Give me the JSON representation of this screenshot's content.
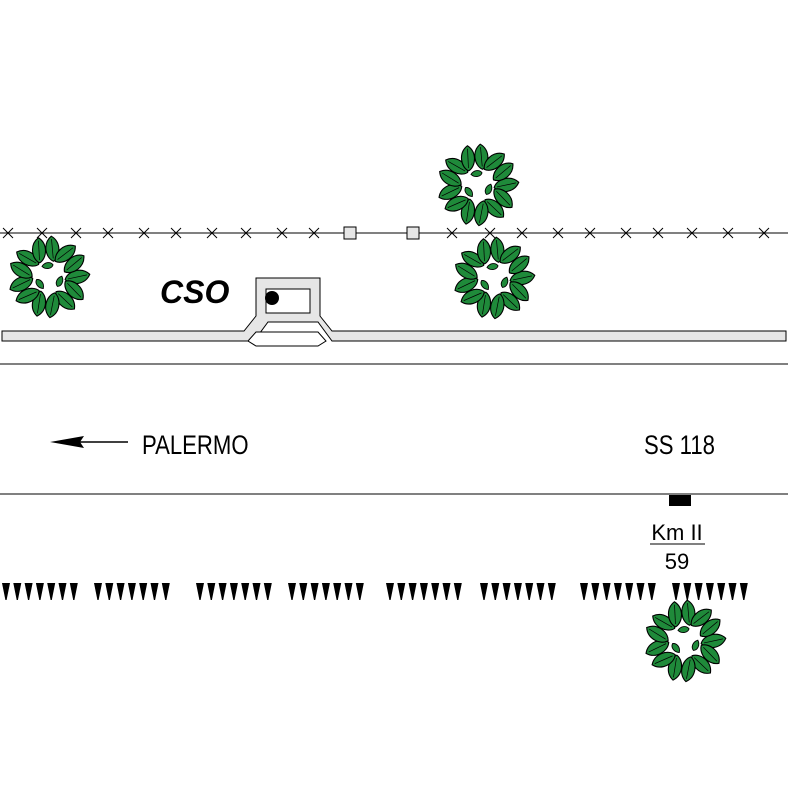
{
  "labels": {
    "cso": "CSO",
    "direction": "PALERMO",
    "road": "SS 118",
    "km_label": "Km II",
    "km_value": "59"
  },
  "colors": {
    "tree_fill": "#1f8a3a",
    "tree_outline": "#000000",
    "road_line": "#000000",
    "platform_fill": "#e6e6e6",
    "marker": "#000000"
  },
  "icons": {
    "tree": "tree-icon",
    "fence": "fence-x-icon",
    "fence_post": "fence-post-icon",
    "arrow": "arrow-left-icon",
    "km_marker": "km-marker-icon",
    "hedge": "hedge-tick-icon"
  }
}
